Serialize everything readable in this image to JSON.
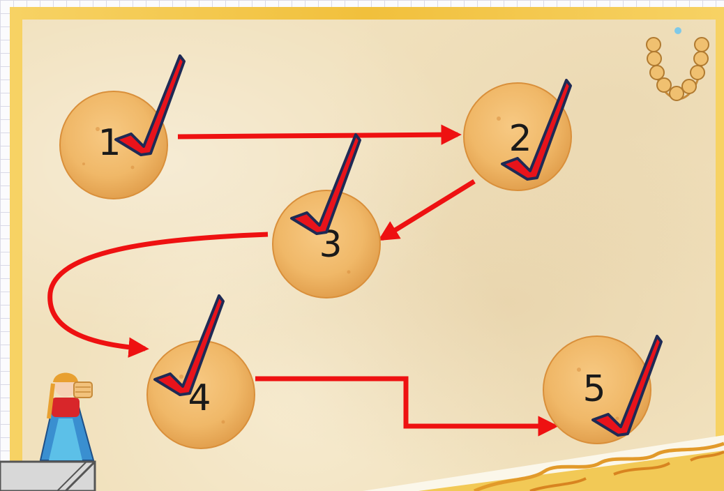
{
  "game": {
    "pancakes": [
      {
        "label": "1",
        "checked": true
      },
      {
        "label": "2",
        "checked": true
      },
      {
        "label": "3",
        "checked": true
      },
      {
        "label": "4",
        "checked": true
      },
      {
        "label": "5",
        "checked": true
      }
    ],
    "path_order": [
      "1",
      "2",
      "3",
      "4",
      "5"
    ]
  },
  "colors": {
    "frame": "#f4c84a",
    "board": "#f1e1bd",
    "pancake": "#f0b868",
    "pancake_edge": "#d98f3a",
    "arrow": "#ee1111",
    "check_fill": "#e8131b",
    "check_outline": "#1e2a55",
    "label": "#1a1a1a"
  },
  "icons": {
    "bagel_garland": "bagel-garland-icon",
    "girl_with_pancakes": "girl-with-pancakes-icon",
    "ornament": "ornament-icon",
    "checkmark": "checkmark-icon"
  }
}
